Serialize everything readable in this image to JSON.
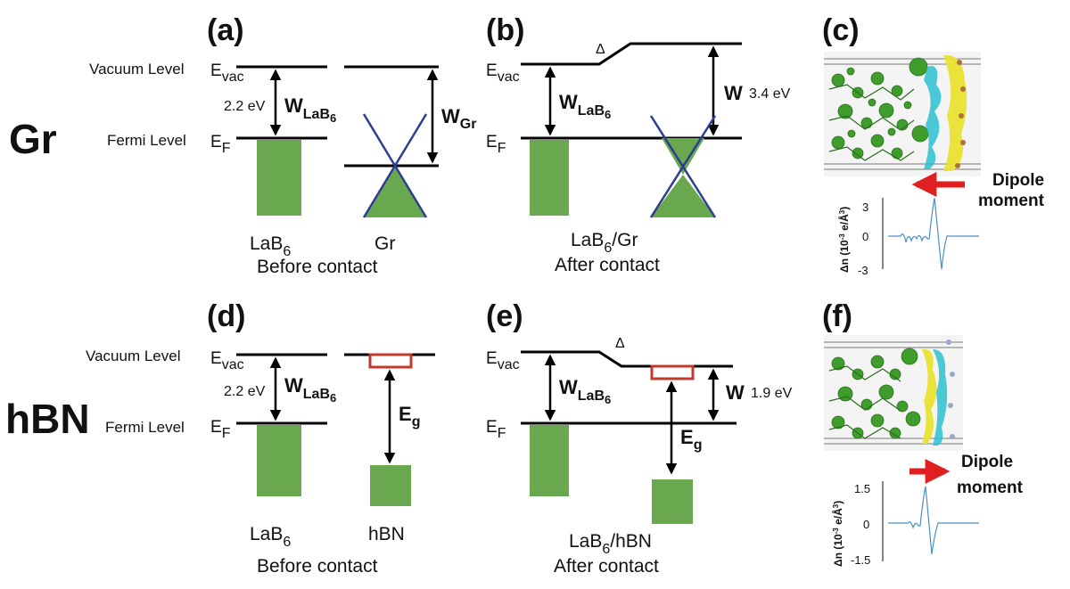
{
  "row_labels": {
    "top": "Gr",
    "bottom": "hBN"
  },
  "panels": {
    "a": {
      "label": "(a)",
      "vacuum_level": "Vacuum Level",
      "e_vac": "E",
      "e_vac_sub": "vac",
      "fermi_level": "Fermi Level",
      "e_f": "E",
      "e_f_sub": "F",
      "gap_value": "2.2 eV",
      "w": "W",
      "w_sub": "LaB",
      "w_sub2": "6",
      "w_gr": "W",
      "w_gr_sub": "Gr",
      "material_1": "LaB",
      "material_1_sub": "6",
      "material_2": "Gr",
      "caption": "Before contact"
    },
    "b": {
      "label": "(b)",
      "delta": "Δ",
      "e_vac": "E",
      "e_vac_sub": "vac",
      "e_f": "E",
      "e_f_sub": "F",
      "w": "W",
      "w_sub": "LaB",
      "w_sub2": "6",
      "w_right": "W",
      "w_right_value": "3.4 eV",
      "material": "LaB",
      "material_sub": "6",
      "material_suffix": "/Gr",
      "caption": "After contact"
    },
    "c": {
      "label": "(c)",
      "dipole": "Dipole",
      "moment": "moment",
      "y_axis": "Δn (10",
      "y_axis_exp": "-3",
      "y_axis_unit": " e/Å",
      "y_axis_unit_exp": "3",
      "y_axis_close": ")",
      "ticks": [
        "3",
        "0",
        "-3"
      ]
    },
    "d": {
      "label": "(d)",
      "vacuum_level": "Vacuum Level",
      "e_vac": "E",
      "e_vac_sub": "vac",
      "fermi_level": "Fermi Level",
      "e_f": "E",
      "e_f_sub": "F",
      "gap_value": "2.2 eV",
      "w": "W",
      "w_sub": "LaB",
      "w_sub2": "6",
      "eg": "E",
      "eg_sub": "g",
      "material_1": "LaB",
      "material_1_sub": "6",
      "material_2": "hBN",
      "caption": "Before contact"
    },
    "e": {
      "label": "(e)",
      "delta": "Δ",
      "e_vac": "E",
      "e_vac_sub": "vac",
      "e_f": "E",
      "e_f_sub": "F",
      "w": "W",
      "w_sub": "LaB",
      "w_sub2": "6",
      "w_right": "W",
      "w_right_value": "1.9 eV",
      "eg": "E",
      "eg_sub": "g",
      "material": "LaB",
      "material_sub": "6",
      "material_suffix": "/hBN",
      "caption": "After contact"
    },
    "f": {
      "label": "(f)",
      "dipole": "Dipole",
      "moment": "moment",
      "y_axis": "Δn (10",
      "y_axis_exp": "-3",
      "y_axis_unit": " e/Å",
      "y_axis_unit_exp": "3",
      "y_axis_close": ")",
      "ticks": [
        "1.5",
        "0",
        "-1.5"
      ]
    }
  },
  "colors": {
    "band_fill": "#6aa84f",
    "cone_line": "#2c3e8f",
    "dipole_arrow": "#e02020",
    "gap_box": "#c0392b",
    "plot_line": "#4a8fc0",
    "atom_green": "#3f9d2c",
    "charge_yellow": "#e8e230",
    "charge_cyan": "#2bc0d0"
  }
}
